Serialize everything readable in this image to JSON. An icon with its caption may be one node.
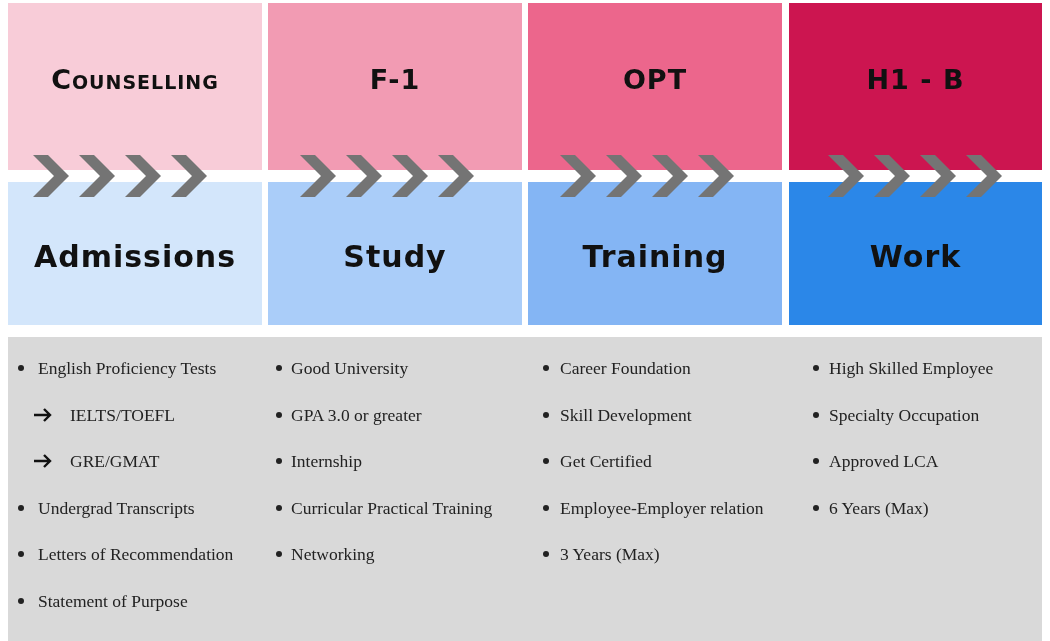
{
  "diagram": {
    "nodes": [
      {
        "text": [
          "Counselling"
        ]
      },
      {
        "text": [
          "F-1"
        ]
      },
      {
        "text": [
          "OPT"
        ]
      },
      {
        "text": [
          "H1 - B"
        ]
      },
      {
        "text": [
          "Admissions"
        ]
      },
      {
        "text": [
          "Study"
        ]
      },
      {
        "text": [
          "Training"
        ]
      },
      {
        "text": [
          "Work"
        ]
      }
    ],
    "labels": [
      "English Proficiency Tests",
      "IELTS/TOEFL",
      "GRE/GMAT",
      "Undergrad Transcripts",
      "Letters of Recommendation",
      "Statement of Purpose",
      "Good University",
      "GPA 3.0 or greater",
      "Internship",
      "Curricular Practical Training",
      "Networking",
      "Career Foundation",
      "Skill Development",
      "Get Certified",
      "Employee-Employer relation",
      "3 Years (Max)",
      "High Skilled Employee",
      "Specialty Occupation",
      "Approved LCA",
      "6 Years (Max)"
    ]
  }
}
